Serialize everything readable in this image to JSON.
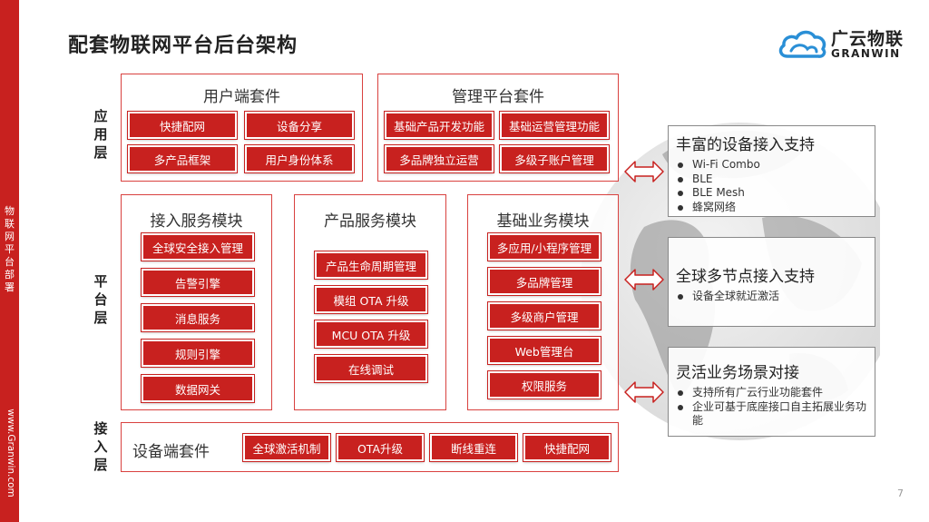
{
  "sidebar": {
    "dept": [
      "物",
      "联",
      "网",
      "平",
      "台",
      "部",
      "署"
    ],
    "url": "www.Granwin.com"
  },
  "title": "配套物联网平台后台架构",
  "logo": {
    "cn": "广云物联",
    "en": "GRANWIN"
  },
  "layers": {
    "app": [
      "应",
      "用",
      "层"
    ],
    "platform": [
      "平",
      "台",
      "层"
    ],
    "access": [
      "接",
      "入",
      "层"
    ]
  },
  "user_suite": {
    "title": "用户端套件",
    "items": [
      "快捷配网",
      "设备分享",
      "多产品框架",
      "用户身份体系"
    ]
  },
  "admin_suite": {
    "title": "管理平台套件",
    "items": [
      "基础产品开发功能",
      "基础运营管理功能",
      "多品牌独立运营",
      "多级子账户管理"
    ]
  },
  "access_module": {
    "title": "接入服务模块",
    "items": [
      "全球安全接入管理",
      "告警引擎",
      "消息服务",
      "规则引擎",
      "数据网关"
    ]
  },
  "product_module": {
    "title": "产品服务模块",
    "items": [
      "产品生命周期管理",
      "模组 OTA 升级",
      "MCU OTA 升级",
      "在线调试"
    ]
  },
  "business_module": {
    "title": "基础业务模块",
    "items": [
      "多应用/小程序管理",
      "多品牌管理",
      "多级商户管理",
      "Web管理台",
      "权限服务"
    ]
  },
  "device_suite": {
    "title": "设备端套件",
    "items": [
      "全球激活机制",
      "OTA升级",
      "断线重连",
      "快捷配网"
    ]
  },
  "support": [
    {
      "title": "丰富的设备接入支持",
      "bullets": [
        "Wi-Fi Combo",
        "BLE",
        "BLE Mesh",
        "蜂窝网络"
      ]
    },
    {
      "title": "全球多节点接入支持",
      "bullets": [
        "设备全球就近激活"
      ]
    },
    {
      "title": "灵活业务场景对接",
      "bullets": [
        "支持所有广云行业功能套件",
        "企业可基于底座接口自主拓展业务功能"
      ]
    }
  ],
  "page_number": "7",
  "colors": {
    "accent": "#c8211f",
    "frame": "#d9413f"
  }
}
